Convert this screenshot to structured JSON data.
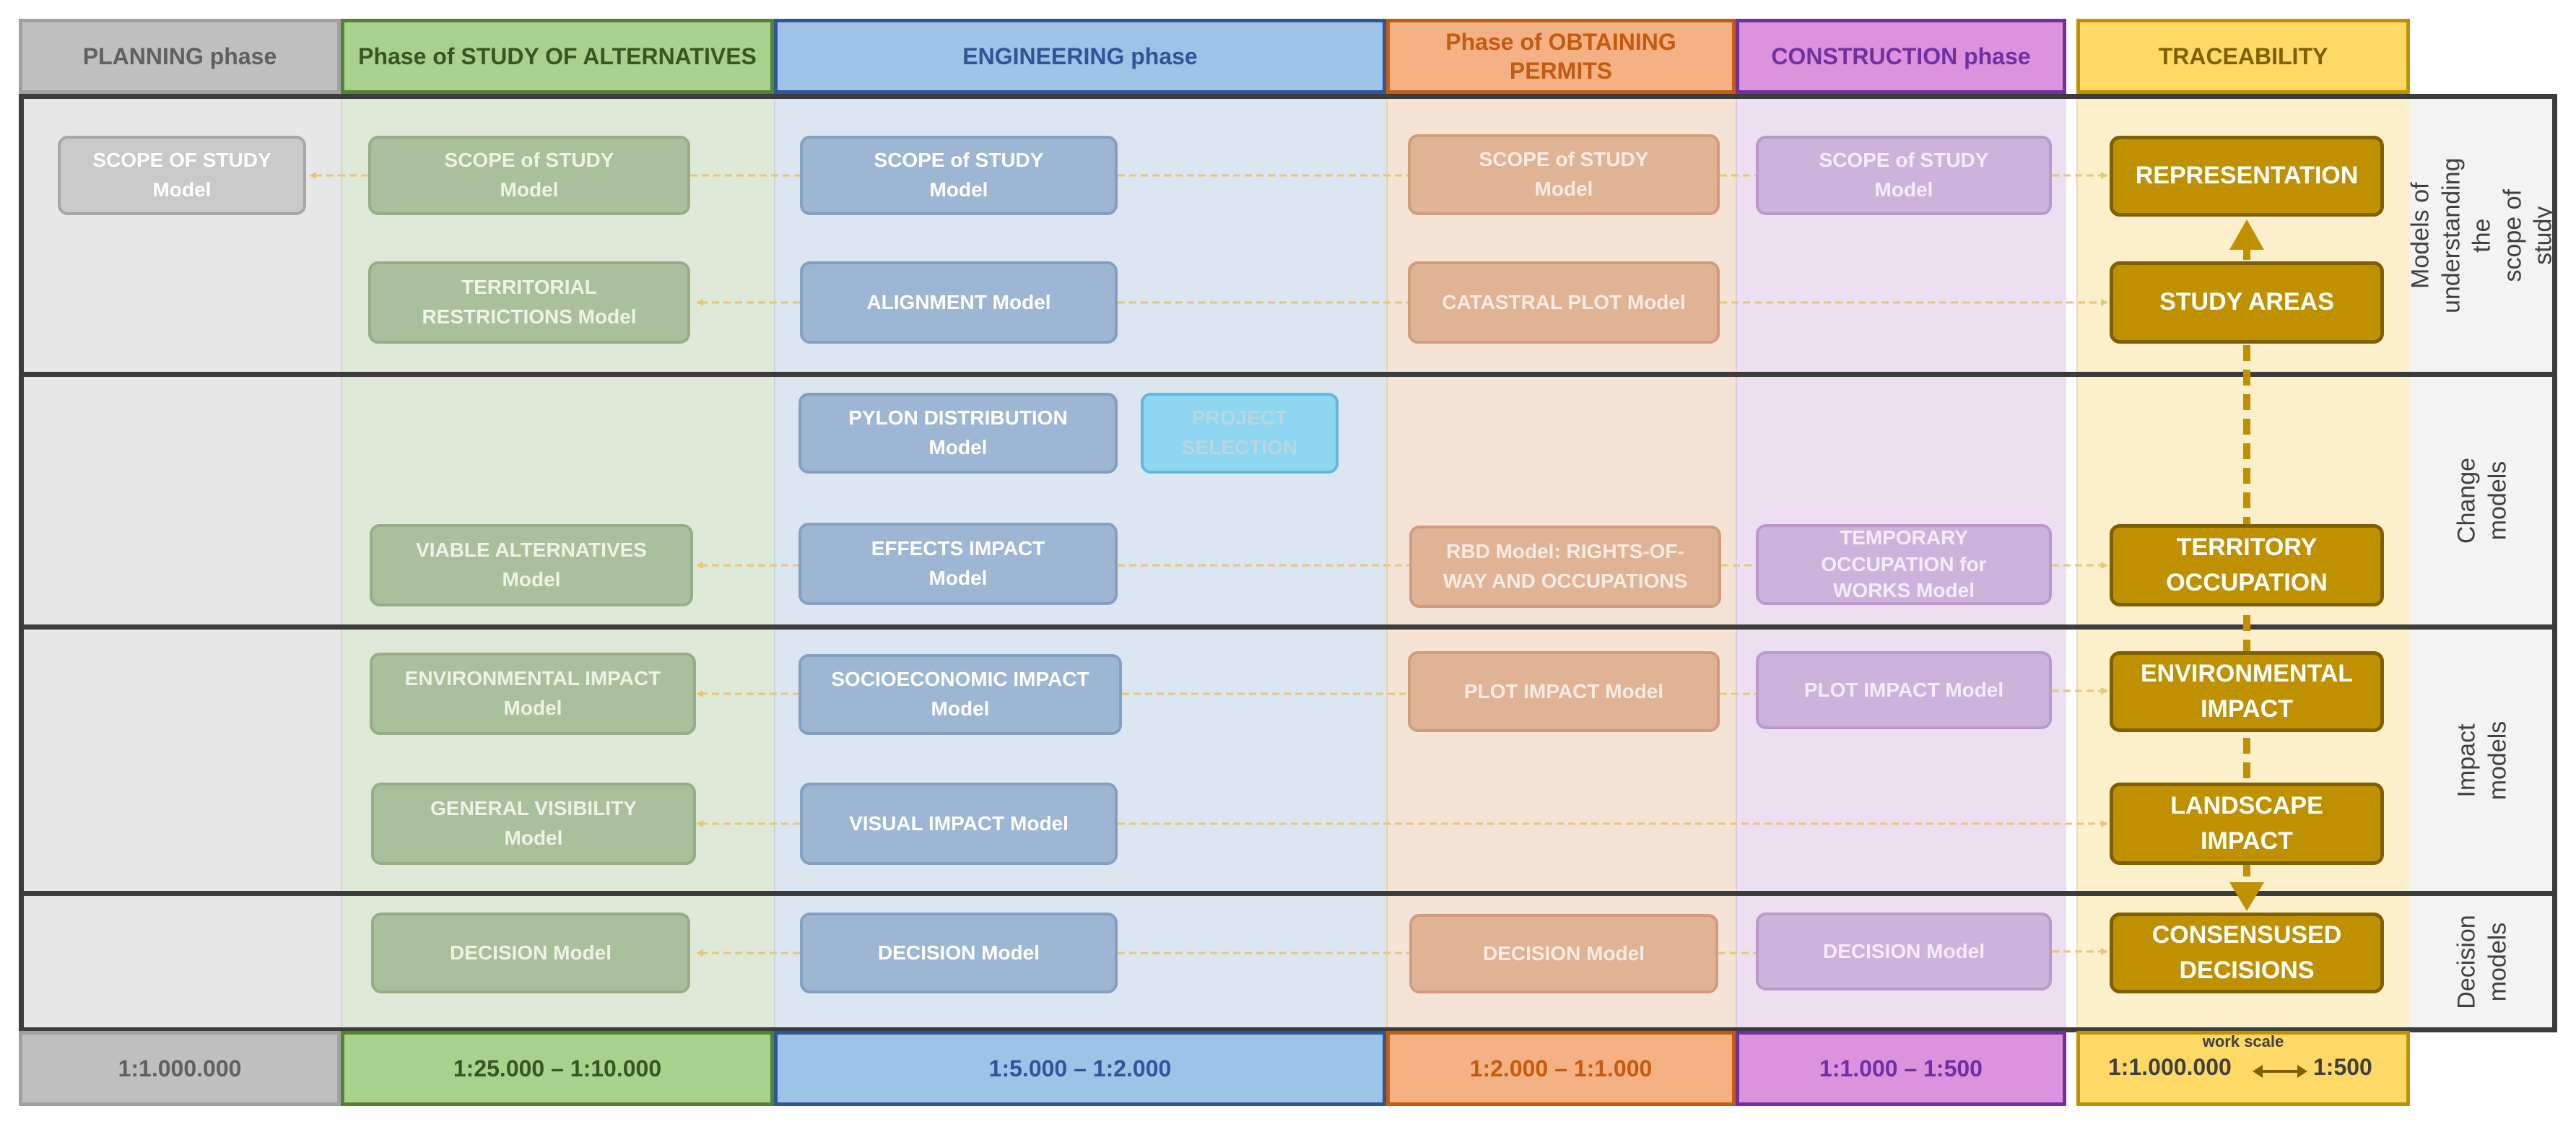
{
  "phases": {
    "planning": {
      "title": "PLANNING phase",
      "scale": "1:1.000.000"
    },
    "alternatives": {
      "title": "Phase of STUDY OF ALTERNATIVES",
      "scale": "1:25.000 – 1:10.000"
    },
    "engineering": {
      "title": "ENGINEERING phase",
      "scale": "1:5.000 – 1:2.000"
    },
    "permits": {
      "title": "Phase of OBTAINING PERMITS",
      "scale": "1:2.000 – 1:1.000"
    },
    "construction": {
      "title": "CONSTRUCTION phase",
      "scale": "1:1.000 – 1:500"
    },
    "traceability": {
      "title": "TRACEABILITY",
      "scale_caption": "work scale",
      "scale_from": "1:1.000.000",
      "scale_to": "1:500"
    }
  },
  "row_labels": {
    "understanding": "Models of\nunderstanding the\nscope of study",
    "change": "Change models",
    "impact": "Impact models",
    "decision": "Decision\nmodels"
  },
  "models": {
    "planning_scope": "SCOPE OF STUDY\nModel",
    "alt_scope": "SCOPE of STUDY\nModel",
    "alt_territorial": "TERRITORIAL\nRESTRICTIONS Model",
    "alt_viable": "VIABLE ALTERNATIVES\nModel",
    "alt_environmental": "ENVIRONMENTAL IMPACT\nModel",
    "alt_visibility": "GENERAL VISIBILITY\nModel",
    "alt_decision": "DECISION Model",
    "eng_scope": "SCOPE of STUDY\nModel",
    "eng_alignment": "ALIGNMENT Model",
    "eng_pylon": "PYLON DISTRIBUTION\nModel",
    "eng_project_selection": "PROJECT\nSELECTION",
    "eng_effects": "EFFECTS IMPACT\nModel",
    "eng_socioeconomic": "SOCIOECONOMIC IMPACT\nModel",
    "eng_visual": "VISUAL IMPACT Model",
    "eng_decision": "DECISION Model",
    "per_scope": "SCOPE of STUDY\nModel",
    "per_catastral": "CATASTRAL PLOT Model",
    "per_rbd": "RBD Model: RIGHTS-OF-\nWAY AND OCCUPATIONS",
    "per_plot": "PLOT IMPACT Model",
    "per_decision": "DECISION Model",
    "con_scope": "SCOPE of STUDY\nModel",
    "con_temporary": "TEMPORARY\nOCCUPATION for\nWORKS Model",
    "con_plot": "PLOT IMPACT Model",
    "con_decision": "DECISION Model"
  },
  "traceability_items": {
    "representation": "REPRESENTATION",
    "study_areas": "STUDY AREAS",
    "territory": "TERRITORY\nOCCUPATION",
    "environmental": "ENVIRONMENTAL\nIMPACT",
    "landscape": "LANDSCAPE\nIMPACT",
    "consensused": "CONSENSUSED\nDECISIONS"
  },
  "colors": {
    "planning": "#bfbfbf",
    "alternatives": "#a9d18e",
    "engineering": "#9dc3e6",
    "permits": "#f4b183",
    "construction": "#dc92dc",
    "traceability": "#ffd966",
    "trace_box": "#bf9000",
    "dashed_arrow": "#e3c77a"
  }
}
